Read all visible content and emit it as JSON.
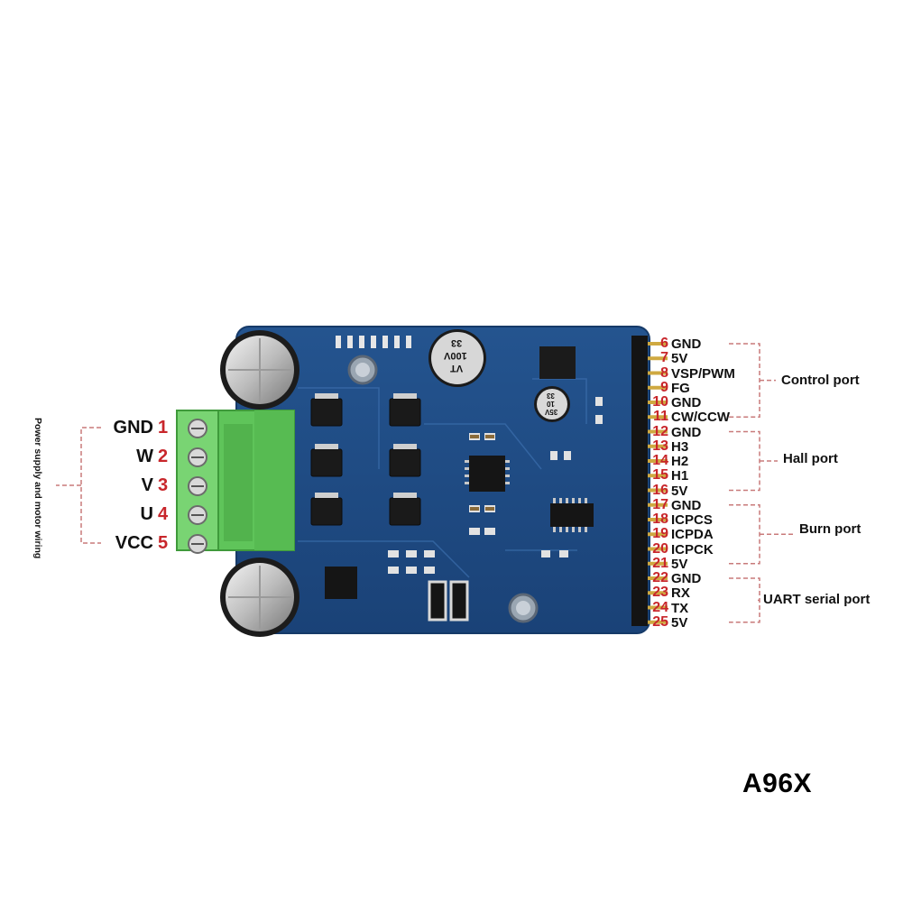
{
  "model": "A96X",
  "left_connector": {
    "side_label": "Power supply and motor wiring",
    "pins": [
      {
        "num": "1",
        "name": "GND"
      },
      {
        "num": "2",
        "name": "W"
      },
      {
        "num": "3",
        "name": "V"
      },
      {
        "num": "4",
        "name": "U"
      },
      {
        "num": "5",
        "name": "VCC"
      }
    ]
  },
  "right_header": {
    "pins": [
      {
        "num": "6",
        "name": "GND"
      },
      {
        "num": "7",
        "name": "5V"
      },
      {
        "num": "8",
        "name": "VSP/PWM"
      },
      {
        "num": "9",
        "name": "FG"
      },
      {
        "num": "10",
        "name": "GND"
      },
      {
        "num": "11",
        "name": "CW/CCW"
      },
      {
        "num": "12",
        "name": "GND"
      },
      {
        "num": "13",
        "name": "H3"
      },
      {
        "num": "14",
        "name": "H2"
      },
      {
        "num": "15",
        "name": "H1"
      },
      {
        "num": "16",
        "name": "5V"
      },
      {
        "num": "17",
        "name": "GND"
      },
      {
        "num": "18",
        "name": "ICPCS"
      },
      {
        "num": "19",
        "name": "ICPDA"
      },
      {
        "num": "20",
        "name": "ICPCK"
      },
      {
        "num": "21",
        "name": "5V"
      },
      {
        "num": "22",
        "name": "GND"
      },
      {
        "num": "23",
        "name": "RX"
      },
      {
        "num": "24",
        "name": "TX"
      },
      {
        "num": "25",
        "name": "5V"
      }
    ],
    "groups": [
      {
        "label": "Control port"
      },
      {
        "label": "Hall port"
      },
      {
        "label": "Burn port"
      },
      {
        "label": "UART serial port"
      }
    ]
  },
  "board": {
    "capacitor_large": {
      "line1": "33",
      "line2": "100V",
      "line3": "VT"
    },
    "capacitor_small": {
      "line1": "33",
      "line2": "10",
      "line3": "35V"
    }
  },
  "colors": {
    "pcb": "#1f4c8c",
    "connector": "#5fc45a",
    "pin_number": "#c8262b",
    "bracket": "#c87a7a"
  }
}
